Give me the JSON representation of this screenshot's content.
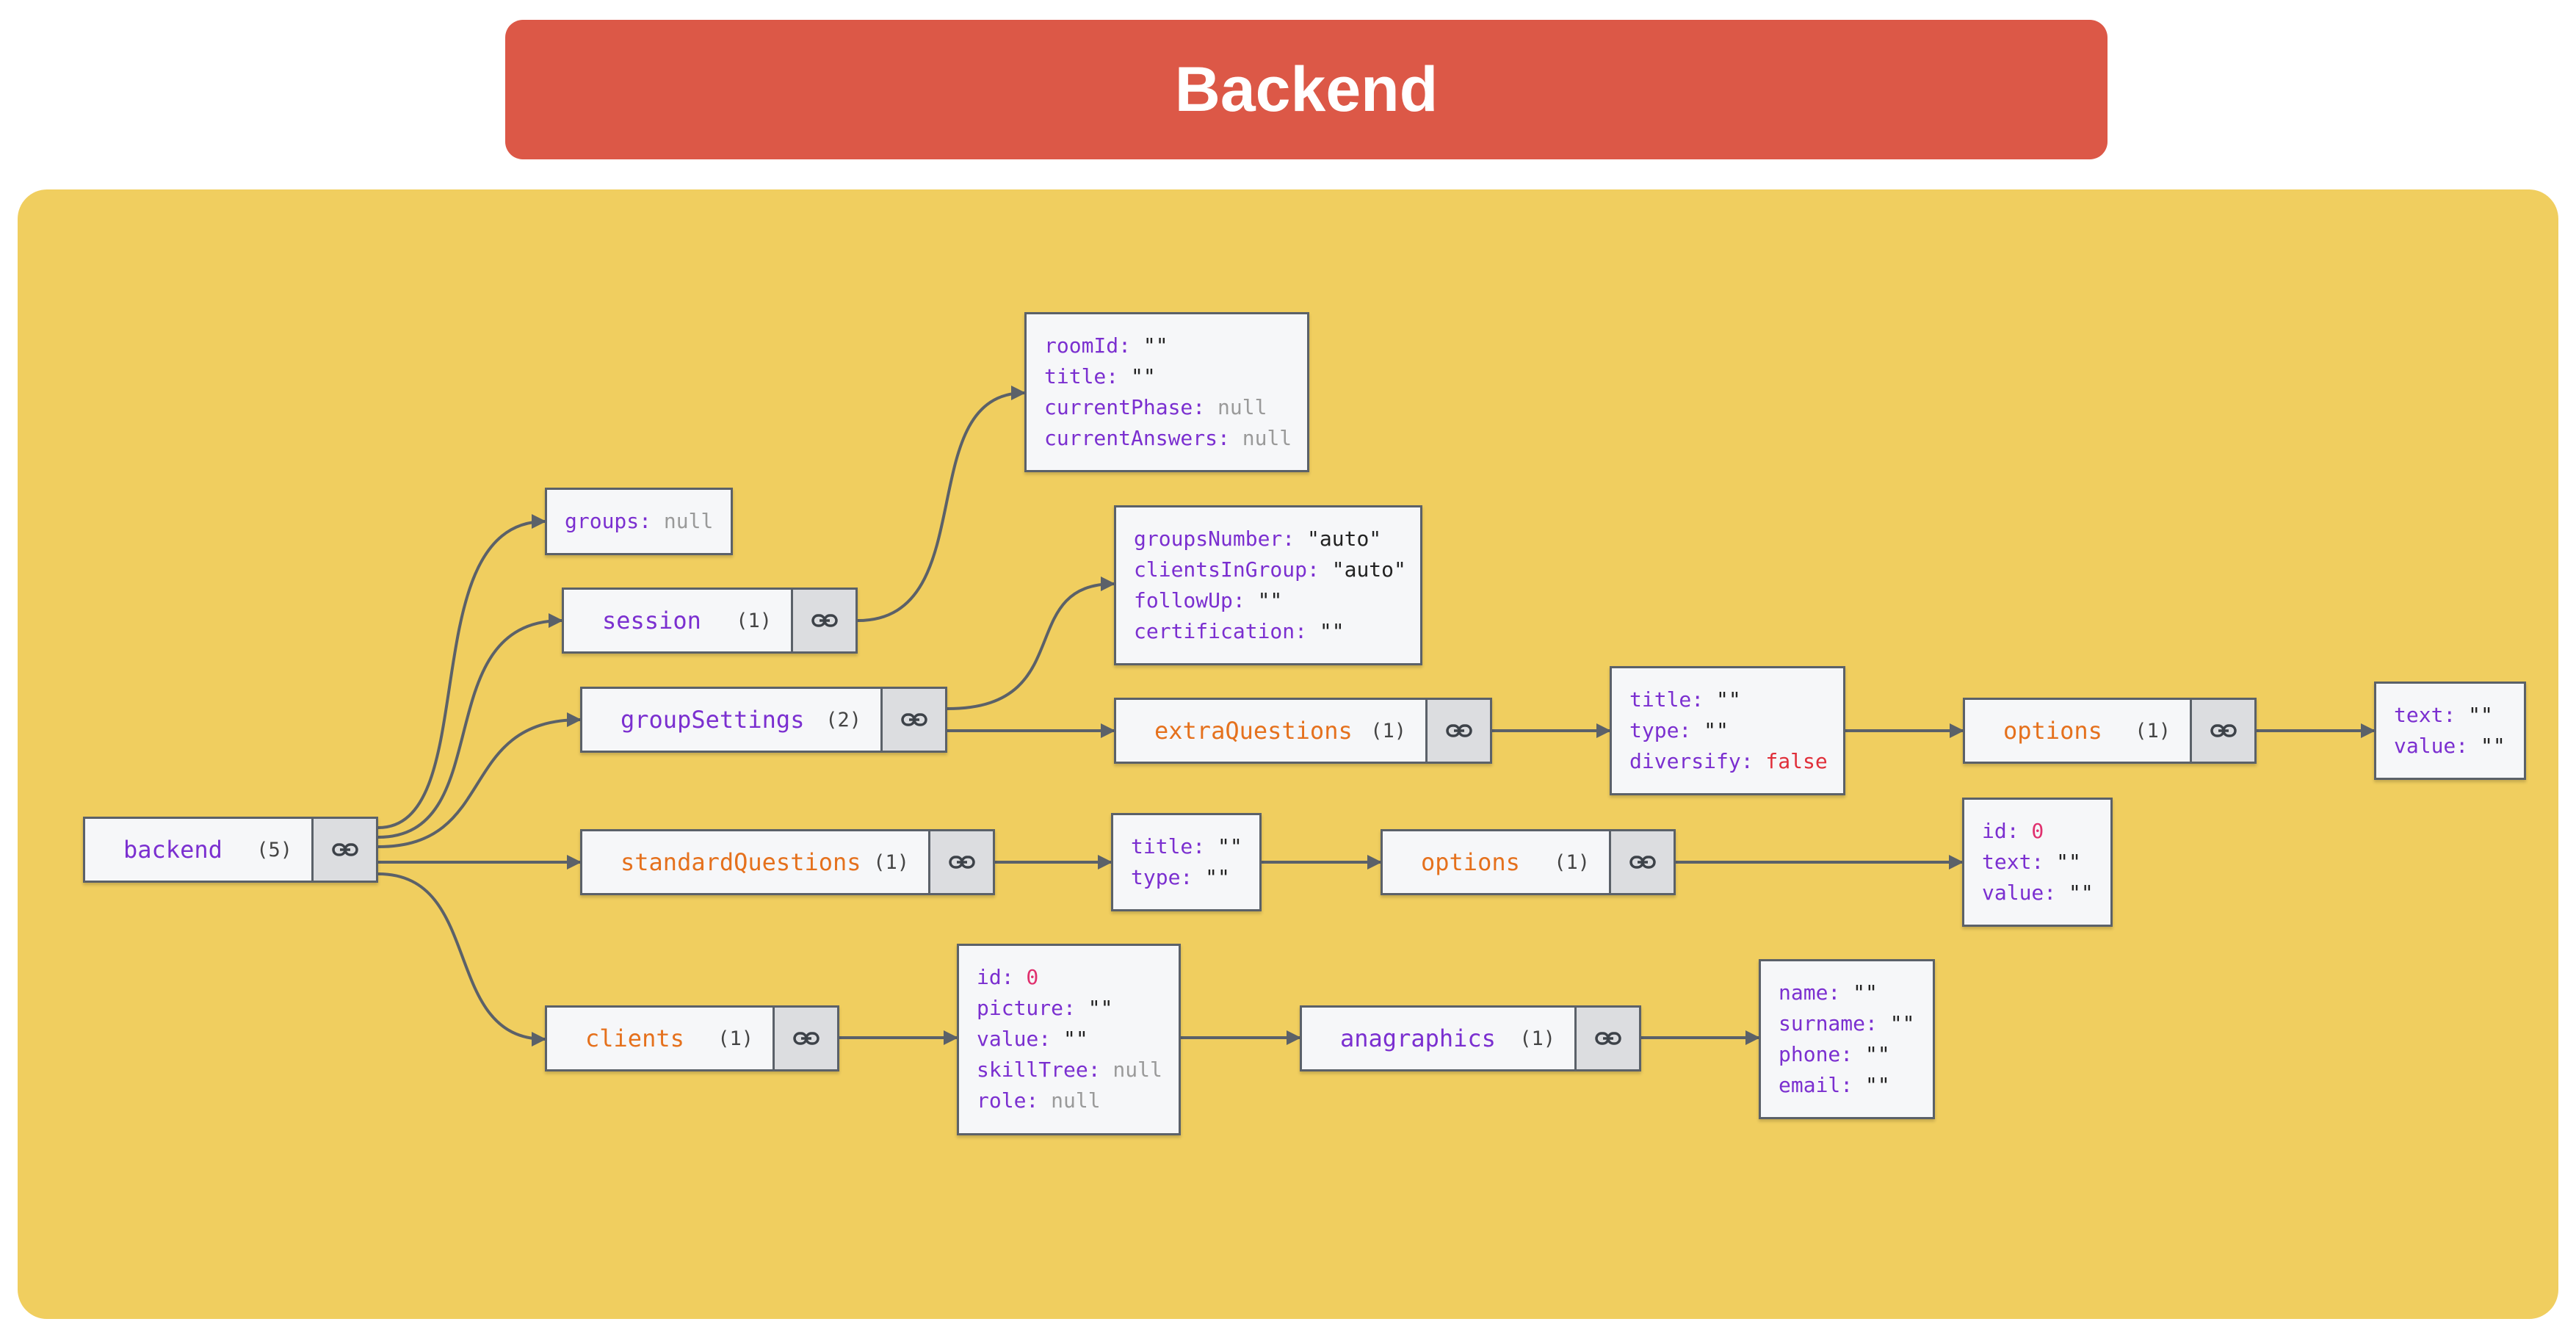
{
  "banner": {
    "title": "Backend"
  },
  "colors": {
    "banner": "#dc5847",
    "canvas": "#f0ce5f",
    "key": "#7b2fd0",
    "object_label_purple": "#7b2fd0",
    "object_label_orange": "#e5711d",
    "null_value": "#9a9a9a",
    "number_value": "#e0306e",
    "boolean_value": "#e02f3a"
  },
  "nodes": {
    "backend": {
      "label": "backend",
      "count": "(5)",
      "icon": "link-icon"
    },
    "groups": {
      "props": [
        {
          "k": "groups:",
          "v": "null",
          "t": "null"
        }
      ]
    },
    "session": {
      "label": "session",
      "count": "(1)",
      "icon": "link-icon"
    },
    "session_props": {
      "props": [
        {
          "k": "roomId:",
          "v": "\"\"",
          "t": "str"
        },
        {
          "k": "title:",
          "v": "\"\"",
          "t": "str"
        },
        {
          "k": "currentPhase:",
          "v": "null",
          "t": "null"
        },
        {
          "k": "currentAnswers:",
          "v": "null",
          "t": "null"
        }
      ]
    },
    "groupSettings": {
      "label": "groupSettings",
      "count": "(2)",
      "icon": "link-icon"
    },
    "groupSettings_props": {
      "props": [
        {
          "k": "groupsNumber:",
          "v": "\"auto\"",
          "t": "str"
        },
        {
          "k": "clientsInGroup:",
          "v": "\"auto\"",
          "t": "str"
        },
        {
          "k": "followUp:",
          "v": "\"\"",
          "t": "str"
        },
        {
          "k": "certification:",
          "v": "\"\"",
          "t": "str"
        }
      ]
    },
    "extraQuestions": {
      "label": "extraQuestions",
      "count": "(1)",
      "icon": "link-icon"
    },
    "extraQuestions_props": {
      "props": [
        {
          "k": "title:",
          "v": "\"\"",
          "t": "str"
        },
        {
          "k": "type:",
          "v": "\"\"",
          "t": "str"
        },
        {
          "k": "diversify:",
          "v": "false",
          "t": "bool"
        }
      ]
    },
    "extraOptions": {
      "label": "options",
      "count": "(1)",
      "icon": "link-icon"
    },
    "extraOptions_props": {
      "props": [
        {
          "k": "text:",
          "v": "\"\"",
          "t": "str"
        },
        {
          "k": "value:",
          "v": "\"\"",
          "t": "str"
        }
      ]
    },
    "standardQuestions": {
      "label": "standardQuestions",
      "count": "(1)",
      "icon": "link-icon"
    },
    "standardQuestions_props": {
      "props": [
        {
          "k": "title:",
          "v": "\"\"",
          "t": "str"
        },
        {
          "k": "type:",
          "v": "\"\"",
          "t": "str"
        }
      ]
    },
    "standardOptions": {
      "label": "options",
      "count": "(1)",
      "icon": "link-icon"
    },
    "standardOptions_props": {
      "props": [
        {
          "k": "id:",
          "v": "0",
          "t": "num"
        },
        {
          "k": "text:",
          "v": "\"\"",
          "t": "str"
        },
        {
          "k": "value:",
          "v": "\"\"",
          "t": "str"
        }
      ]
    },
    "clients": {
      "label": "clients",
      "count": "(1)",
      "icon": "link-icon"
    },
    "clients_props": {
      "props": [
        {
          "k": "id:",
          "v": "0",
          "t": "num"
        },
        {
          "k": "picture:",
          "v": "\"\"",
          "t": "str"
        },
        {
          "k": "value:",
          "v": "\"\"",
          "t": "str"
        },
        {
          "k": "skillTree:",
          "v": "null",
          "t": "null"
        },
        {
          "k": "role:",
          "v": "null",
          "t": "null"
        }
      ]
    },
    "anagraphics": {
      "label": "anagraphics",
      "count": "(1)",
      "icon": "link-icon"
    },
    "anagraphics_props": {
      "props": [
        {
          "k": "name:",
          "v": "\"\"",
          "t": "str"
        },
        {
          "k": "surname:",
          "v": "\"\"",
          "t": "str"
        },
        {
          "k": "phone:",
          "v": "\"\"",
          "t": "str"
        },
        {
          "k": "email:",
          "v": "\"\"",
          "t": "str"
        }
      ]
    }
  }
}
